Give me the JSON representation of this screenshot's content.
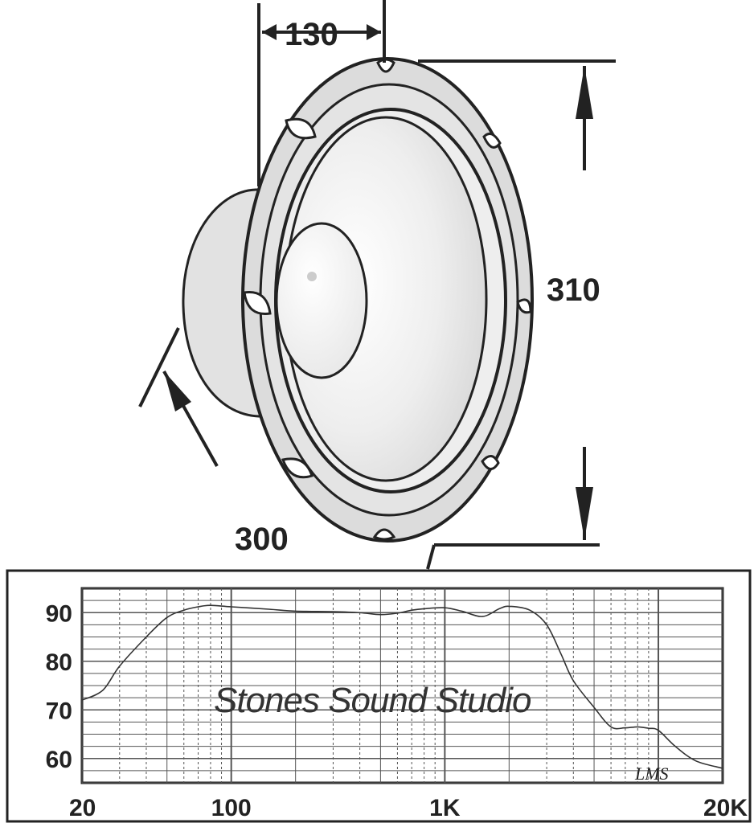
{
  "drawing": {
    "dimension_depth": "130",
    "dimension_height": "310",
    "dimension_width": "300",
    "part": "loudspeaker"
  },
  "watermark": "Stones Sound Studio",
  "logo_text": "LMS",
  "colors": {
    "ink": "#222222",
    "grid": "#555555",
    "paper": "#ffffff",
    "cone": "#e6e6e6"
  },
  "chart_data": {
    "type": "line",
    "title": "",
    "xlabel": "",
    "ylabel": "",
    "x_scale": "log",
    "xlim": [
      20,
      20000
    ],
    "ylim": [
      55,
      95
    ],
    "grid": true,
    "x_tick_labels": [
      "20",
      "100",
      "1K",
      "20K"
    ],
    "x_tick_values": [
      20,
      100,
      1000,
      20000
    ],
    "y_tick_labels": [
      "90",
      "80",
      "70",
      "60"
    ],
    "y_tick_values": [
      90,
      80,
      70,
      60
    ],
    "series": [
      {
        "x": [
          20,
          25,
          30,
          40,
          50,
          60,
          70,
          80,
          100,
          150,
          200,
          300,
          400,
          500,
          600,
          700,
          800,
          1000,
          1200,
          1500,
          1800,
          2000,
          2500,
          3000,
          3500,
          4000,
          5000,
          6000,
          7000,
          8000,
          9000,
          10000,
          12000,
          15000,
          20000
        ],
        "y": [
          72,
          74,
          79,
          85,
          89,
          90.5,
          91.2,
          91.5,
          91.2,
          90.7,
          90.3,
          90.2,
          90.0,
          89.6,
          89.9,
          90.5,
          90.8,
          91.0,
          90.3,
          89.2,
          90.8,
          91.3,
          90.5,
          87.5,
          81.5,
          76.0,
          70.5,
          66.5,
          66.3,
          66.5,
          66.2,
          65.8,
          62.5,
          59.5,
          58.0
        ]
      }
    ]
  }
}
